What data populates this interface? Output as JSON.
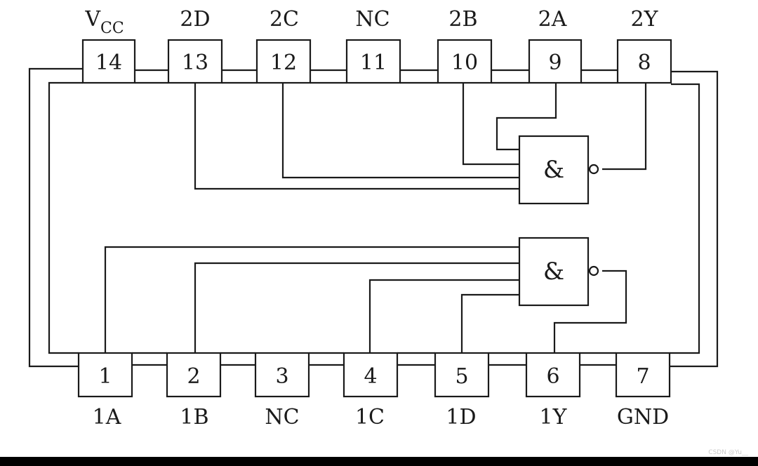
{
  "top_pins": [
    {
      "number": "14",
      "label_main": "V",
      "label_sub": "CC"
    },
    {
      "number": "13",
      "label_main": "2D",
      "label_sub": ""
    },
    {
      "number": "12",
      "label_main": "2C",
      "label_sub": ""
    },
    {
      "number": "11",
      "label_main": "NC",
      "label_sub": ""
    },
    {
      "number": "10",
      "label_main": "2B",
      "label_sub": ""
    },
    {
      "number": "9",
      "label_main": "2A",
      "label_sub": ""
    },
    {
      "number": "8",
      "label_main": "2Y",
      "label_sub": ""
    }
  ],
  "bottom_pins": [
    {
      "number": "1",
      "label": "1A"
    },
    {
      "number": "2",
      "label": "1B"
    },
    {
      "number": "3",
      "label": "NC"
    },
    {
      "number": "4",
      "label": "1C"
    },
    {
      "number": "5",
      "label": "1D"
    },
    {
      "number": "6",
      "label": "1Y"
    },
    {
      "number": "7",
      "label": "GND"
    }
  ],
  "gates": [
    {
      "symbol": "&"
    },
    {
      "symbol": "&"
    }
  ],
  "watermark": "CSDN @Yu__",
  "colors": {
    "line": "#1a1a1a",
    "background": "#ffffff",
    "bar": "#000000"
  }
}
